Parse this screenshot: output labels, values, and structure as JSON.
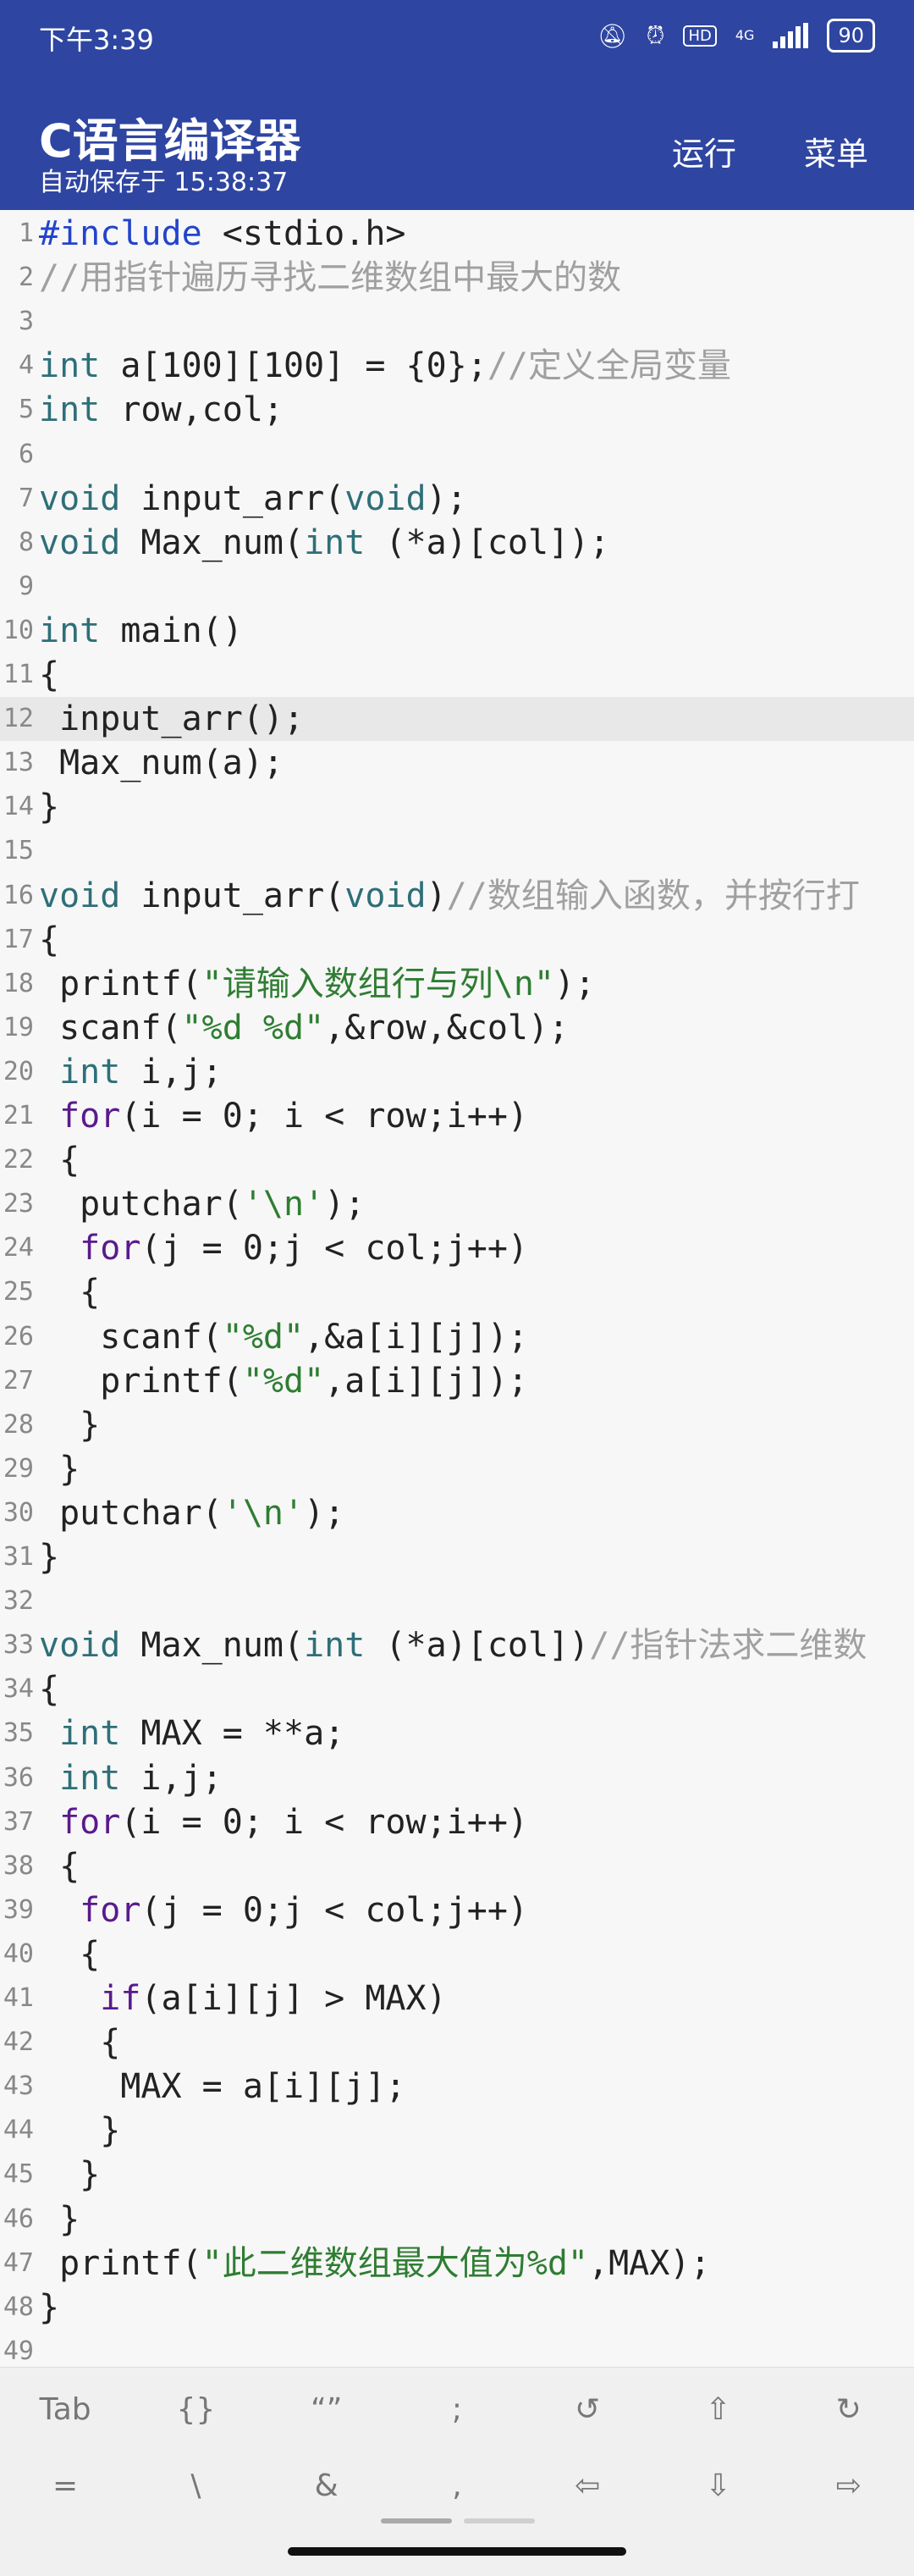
{
  "status_bar": {
    "time": "下午3:39",
    "network_label": "4G",
    "battery": "90"
  },
  "app_bar": {
    "title": "C语言编译器",
    "subtitle": "自动保存于 15:38:37",
    "run_label": "运行",
    "menu_label": "菜单"
  },
  "editor": {
    "current_line": 12,
    "lines": [
      [
        [
          "pp",
          "#include "
        ],
        [
          "n",
          "<stdio.h>"
        ]
      ],
      [
        [
          "cm",
          "//用指针遍历寻找二维数组中最大的数"
        ]
      ],
      [],
      [
        [
          "ty",
          "int"
        ],
        [
          "n",
          " a[100][100] = {0};"
        ],
        [
          "cm",
          "//定义全局变量"
        ]
      ],
      [
        [
          "ty",
          "int"
        ],
        [
          "n",
          " row,col;"
        ]
      ],
      [],
      [
        [
          "ty",
          "void"
        ],
        [
          "n",
          " input_arr("
        ],
        [
          "ty",
          "void"
        ],
        [
          "n",
          ");"
        ]
      ],
      [
        [
          "ty",
          "void"
        ],
        [
          "n",
          " Max_num("
        ],
        [
          "ty",
          "int"
        ],
        [
          "n",
          " (*a)[col]);"
        ]
      ],
      [],
      [
        [
          "ty",
          "int"
        ],
        [
          "n",
          " main()"
        ]
      ],
      [
        [
          "n",
          "{"
        ]
      ],
      [
        [
          "n",
          " input_arr();"
        ]
      ],
      [
        [
          "n",
          " Max_num(a);"
        ]
      ],
      [
        [
          "n",
          "}"
        ]
      ],
      [],
      [
        [
          "ty",
          "void"
        ],
        [
          "n",
          " input_arr("
        ],
        [
          "ty",
          "void"
        ],
        [
          "n",
          ")"
        ],
        [
          "cm",
          "//数组输入函数，并按行打"
        ]
      ],
      [
        [
          "n",
          "{"
        ]
      ],
      [
        [
          "n",
          " printf("
        ],
        [
          "str",
          "\"请输入数组行与列\\n\""
        ],
        [
          "n",
          ");"
        ]
      ],
      [
        [
          "n",
          " scanf("
        ],
        [
          "str",
          "\"%d %d\""
        ],
        [
          "n",
          ",&row,&col);"
        ]
      ],
      [
        [
          "n",
          " "
        ],
        [
          "ty",
          "int"
        ],
        [
          "n",
          " i,j;"
        ]
      ],
      [
        [
          "n",
          " "
        ],
        [
          "kw",
          "for"
        ],
        [
          "n",
          "(i = 0; i < row;i++)"
        ]
      ],
      [
        [
          "n",
          " {"
        ]
      ],
      [
        [
          "n",
          "  putchar("
        ],
        [
          "str",
          "'\\n'"
        ],
        [
          "n",
          ");"
        ]
      ],
      [
        [
          "n",
          "  "
        ],
        [
          "kw",
          "for"
        ],
        [
          "n",
          "(j = 0;j < col;j++)"
        ]
      ],
      [
        [
          "n",
          "  {"
        ]
      ],
      [
        [
          "n",
          "   scanf("
        ],
        [
          "str",
          "\"%d\""
        ],
        [
          "n",
          ",&a[i][j]);"
        ]
      ],
      [
        [
          "n",
          "   printf("
        ],
        [
          "str",
          "\"%d\""
        ],
        [
          "n",
          ",a[i][j]);"
        ]
      ],
      [
        [
          "n",
          "  }"
        ]
      ],
      [
        [
          "n",
          " }"
        ]
      ],
      [
        [
          "n",
          " putchar("
        ],
        [
          "str",
          "'\\n'"
        ],
        [
          "n",
          ");"
        ]
      ],
      [
        [
          "n",
          "}"
        ]
      ],
      [],
      [
        [
          "ty",
          "void"
        ],
        [
          "n",
          " Max_num("
        ],
        [
          "ty",
          "int"
        ],
        [
          "n",
          " (*a)[col])"
        ],
        [
          "cm",
          "//指针法求二维数"
        ]
      ],
      [
        [
          "n",
          "{"
        ]
      ],
      [
        [
          "n",
          " "
        ],
        [
          "ty",
          "int"
        ],
        [
          "n",
          " MAX = **a;"
        ]
      ],
      [
        [
          "n",
          " "
        ],
        [
          "ty",
          "int"
        ],
        [
          "n",
          " i,j;"
        ]
      ],
      [
        [
          "n",
          " "
        ],
        [
          "kw",
          "for"
        ],
        [
          "n",
          "(i = 0; i < row;i++)"
        ]
      ],
      [
        [
          "n",
          " {"
        ]
      ],
      [
        [
          "n",
          "  "
        ],
        [
          "kw",
          "for"
        ],
        [
          "n",
          "(j = 0;j < col;j++)"
        ]
      ],
      [
        [
          "n",
          "  {"
        ]
      ],
      [
        [
          "n",
          "   "
        ],
        [
          "kw",
          "if"
        ],
        [
          "n",
          "(a[i][j] > MAX)"
        ]
      ],
      [
        [
          "n",
          "   {"
        ]
      ],
      [
        [
          "n",
          "    MAX = a[i][j];"
        ]
      ],
      [
        [
          "n",
          "   }"
        ]
      ],
      [
        [
          "n",
          "  }"
        ]
      ],
      [
        [
          "n",
          " }"
        ]
      ],
      [
        [
          "n",
          " printf("
        ],
        [
          "str",
          "\"此二维数组最大值为%d\""
        ],
        [
          "n",
          ",MAX);"
        ]
      ],
      [
        [
          "n",
          "}"
        ]
      ],
      []
    ]
  },
  "shortcuts": {
    "row1": [
      "Tab",
      "{}",
      "“”",
      ";",
      "↺",
      "⇧",
      "↻"
    ],
    "row2": [
      "=",
      "\\",
      "&",
      ",",
      "⇦",
      "⇩",
      "⇨"
    ]
  },
  "colors": {
    "primary": "#2e45a1",
    "keyword": "#5a1a8c",
    "type": "#2e6f78",
    "string": "#2f7d32",
    "comment": "#a0a0a0"
  }
}
